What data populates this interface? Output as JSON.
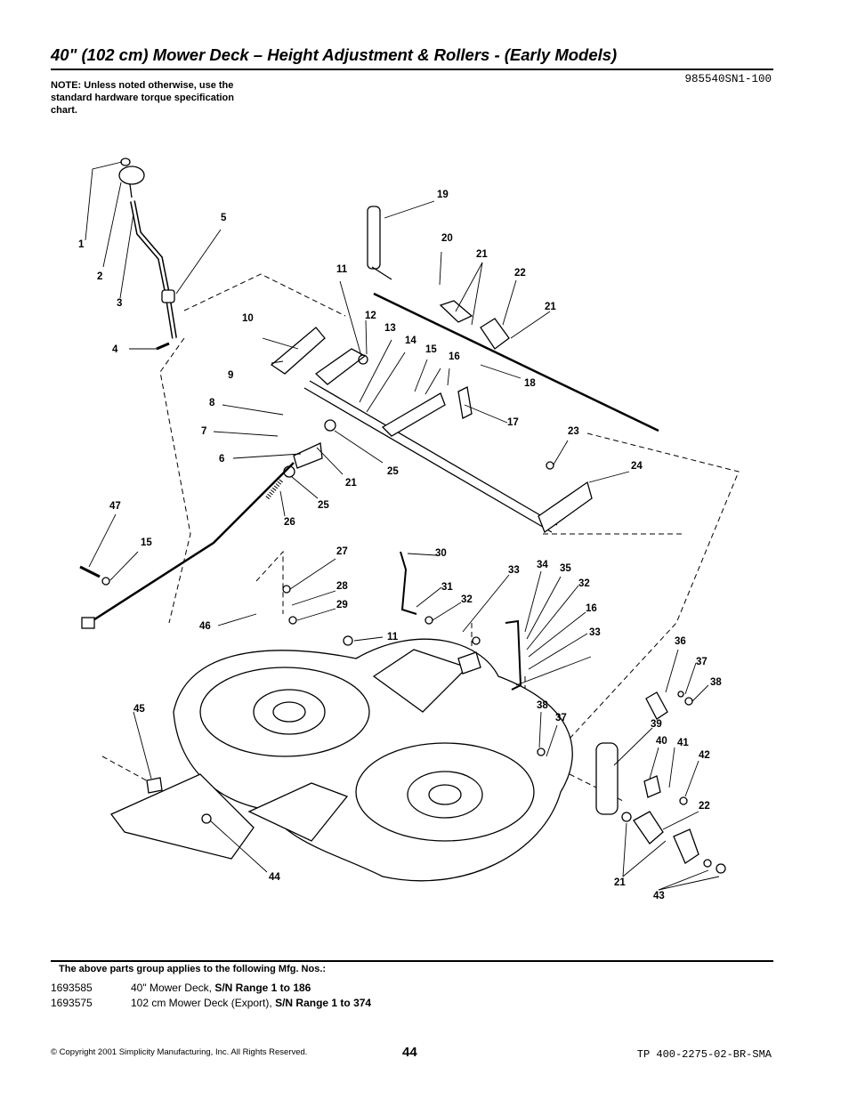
{
  "header": {
    "title": "40\" (102 cm) Mower Deck – Height Adjustment & Rollers - (Early Models)",
    "doc_id": "985540SN1-100",
    "note": "NOTE: Unless noted otherwise, use the standard hardware torque specification chart."
  },
  "diagram": {
    "callouts": [
      "1",
      "2",
      "3",
      "4",
      "5",
      "6",
      "7",
      "8",
      "9",
      "10",
      "11",
      "12",
      "13",
      "14",
      "15",
      "16",
      "17",
      "18",
      "19",
      "20",
      "21",
      "22",
      "21",
      "23",
      "24",
      "25",
      "25",
      "21",
      "26",
      "47",
      "15",
      "27",
      "28",
      "29",
      "46",
      "11",
      "30",
      "31",
      "32",
      "33",
      "34",
      "35",
      "32",
      "16",
      "33",
      "36",
      "37",
      "38",
      "45",
      "38",
      "37",
      "39",
      "40",
      "41",
      "42",
      "22",
      "21",
      "43",
      "44"
    ]
  },
  "applies": {
    "heading": "The above parts group applies to the following Mfg. Nos.:",
    "rows": [
      {
        "number": "1693585",
        "desc": "40\" Mower Deck,",
        "range": "S/N Range 1 to 186"
      },
      {
        "number": "1693575",
        "desc": "102 cm Mower Deck (Export),",
        "range": "S/N Range 1 to 374"
      }
    ]
  },
  "footer": {
    "copyright": "© Copyright  2001 Simplicity Manufacturing, Inc. All Rights Reserved.",
    "page_number": "44",
    "tp": "TP 400-2275-02-BR-SMA"
  }
}
